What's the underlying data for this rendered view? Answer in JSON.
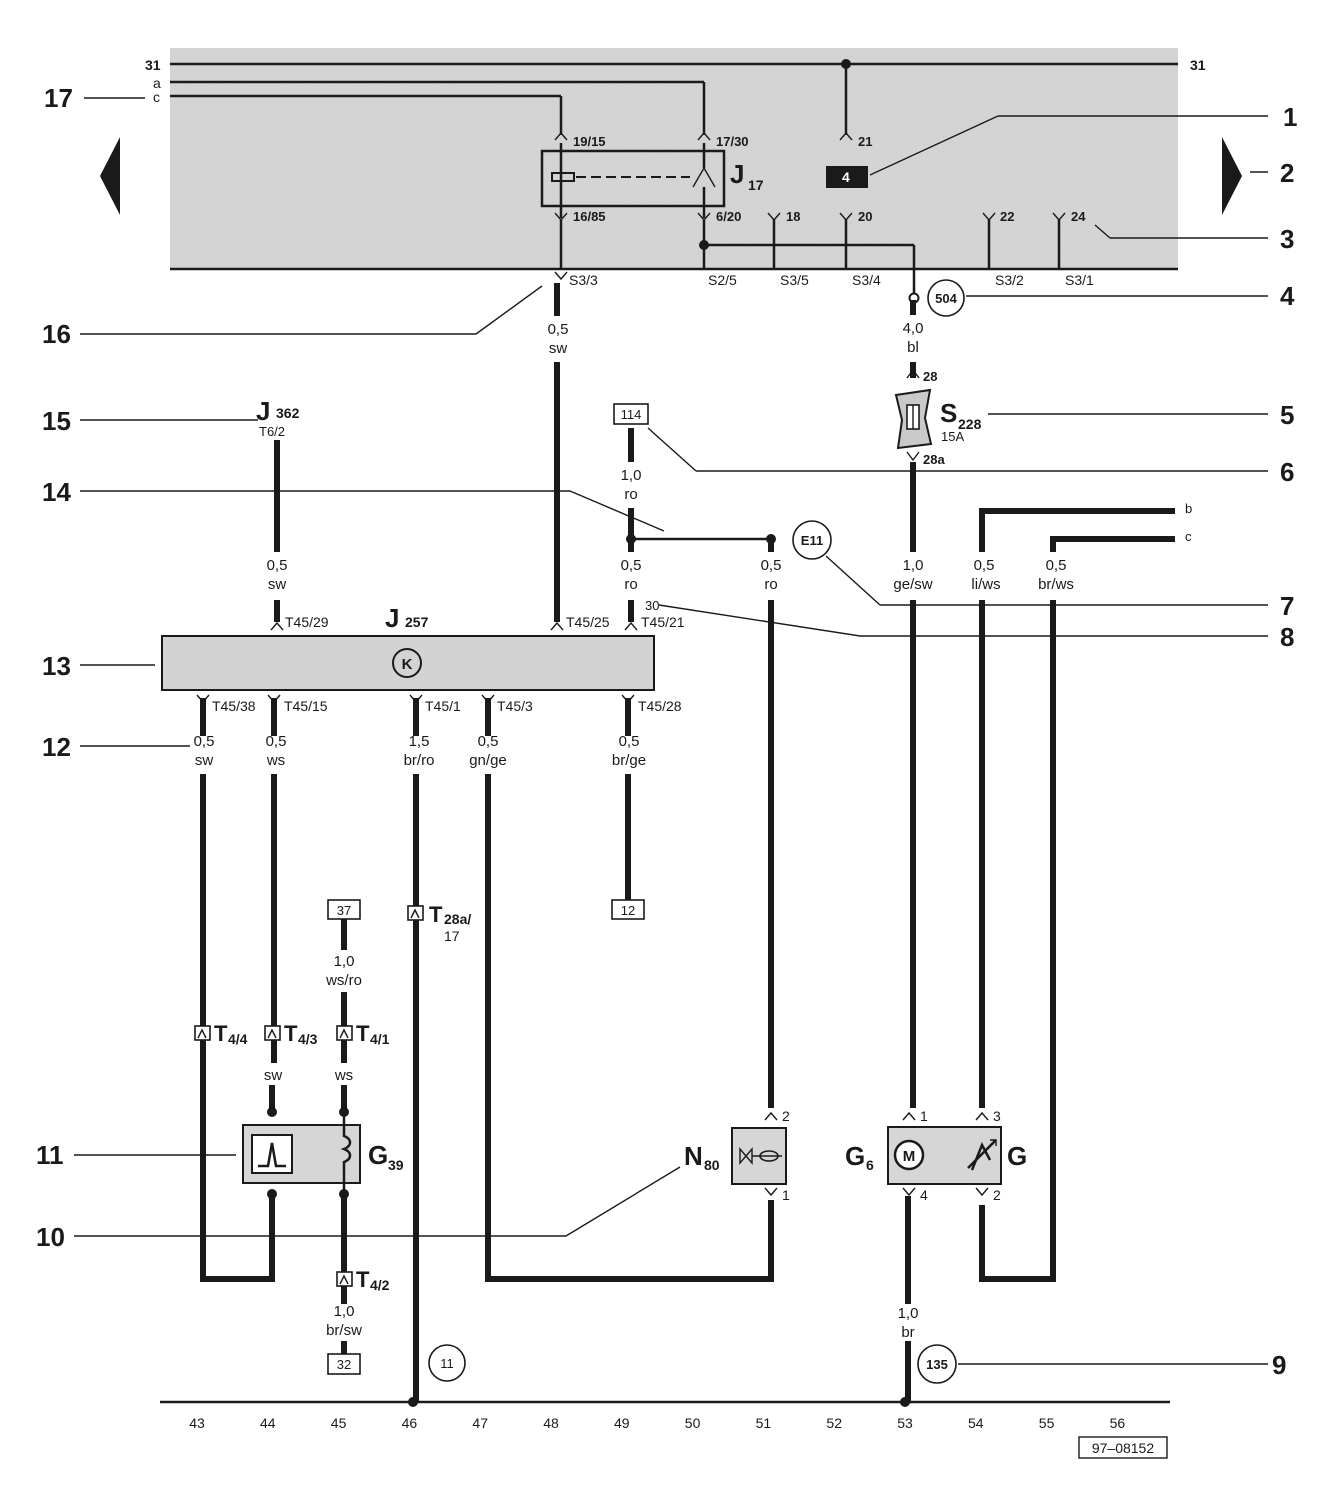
{
  "callouts": {
    "c1": "1",
    "c2": "2",
    "c3": "3",
    "c4": "4",
    "c5": "5",
    "c6": "6",
    "c7": "7",
    "c8": "8",
    "c9": "9",
    "c10": "10",
    "c11": "11",
    "c12": "12",
    "c13": "13",
    "c14": "14",
    "c15": "15",
    "c16": "16",
    "c17": "17"
  },
  "top_bus": {
    "left31": "31",
    "right31": "31",
    "a": "a",
    "c": "c"
  },
  "relay_panel": {
    "pin_1915": "19/15",
    "pin_1730": "17/30",
    "pin_21": "21",
    "pin_1685": "16/85",
    "pin_620": "6/20",
    "pin_18": "18",
    "pin_20": "20",
    "pin_22": "22",
    "pin_24": "24",
    "relay_name": "J",
    "relay_sub": "17",
    "fuse_slot": "4"
  },
  "panel_pins": {
    "s33": "S3/3",
    "s25": "S2/5",
    "s35": "S3/5",
    "s34": "S3/4",
    "s32": "S3/2",
    "s31": "S3/1"
  },
  "conn504": "504",
  "fuse": {
    "pin_top": "28",
    "pin_bot": "28a",
    "name": "S",
    "sub": "228",
    "rating": "15A"
  },
  "wires": {
    "w48_top": {
      "size": "0,5",
      "color": "sw"
    },
    "w53_top": {
      "size": "4,0",
      "color": "bl"
    },
    "w44_top": {
      "size": "0,5",
      "color": "sw"
    },
    "w49_top": {
      "size": "1,0",
      "color": "ro"
    },
    "w49_mid": {
      "size": "0,5",
      "color": "ro"
    },
    "w51": {
      "size": "0,5",
      "color": "ro"
    },
    "w53_mid": {
      "size": "1,0",
      "color": "ge/sw"
    },
    "w54": {
      "size": "0,5",
      "color": "li/ws"
    },
    "w55": {
      "size": "0,5",
      "color": "br/ws"
    },
    "w43": {
      "size": "0,5",
      "color": "sw"
    },
    "w44": {
      "size": "0,5",
      "color": "ws"
    },
    "w46": {
      "size": "1,5",
      "color": "br/ro"
    },
    "w47": {
      "size": "0,5",
      "color": "gn/ge"
    },
    "w49_bot": {
      "size": "0,5",
      "color": "br/ge"
    },
    "w45": {
      "size": "1,0",
      "color": "ws/ro"
    },
    "w44_low": {
      "color": "sw"
    },
    "w45_low": {
      "color": "ws"
    },
    "w45_bot": {
      "size": "1,0",
      "color": "br/sw"
    },
    "w53_bot": {
      "size": "1,0",
      "color": "br"
    }
  },
  "refs": {
    "r114": "114",
    "e11": "E11",
    "r37": "37",
    "r12": "12",
    "r32": "32",
    "r11": "11",
    "r135": "135"
  },
  "side_labels": {
    "b": "b",
    "c": "c",
    "n30": "30"
  },
  "j362": {
    "name": "J",
    "sub": "362",
    "pin": "T6/2"
  },
  "ecu": {
    "name": "J",
    "sub": "257",
    "symbol": "K",
    "t29": "T45/29",
    "t25": "T45/25",
    "t21": "T45/21",
    "t38": "T45/38",
    "t15": "T45/15",
    "t1": "T45/1",
    "t3": "T45/3",
    "t28": "T45/28"
  },
  "connectors": {
    "t28a": "T",
    "t28a_sub": "28a/",
    "t28a_num": "17",
    "t44": "T",
    "t44_sub": "4/4",
    "t43": "T",
    "t43_sub": "4/3",
    "t41": "T",
    "t41_sub": "4/1",
    "t42": "T",
    "t42_sub": "4/2"
  },
  "components": {
    "g39": "G",
    "g39_sub": "39",
    "n80": "N",
    "n80_sub": "80",
    "g6": "G",
    "g6_sub": "6",
    "g": "G",
    "g6_motor": "M"
  },
  "comp_pins": {
    "n80_2": "2",
    "n80_1": "1",
    "g6_1": "1",
    "g6_4": "4",
    "g_3": "3",
    "g_2": "2"
  },
  "grid": [
    "43",
    "44",
    "45",
    "46",
    "47",
    "48",
    "49",
    "50",
    "51",
    "52",
    "53",
    "54",
    "55",
    "56"
  ],
  "doc_code": "97–08152"
}
